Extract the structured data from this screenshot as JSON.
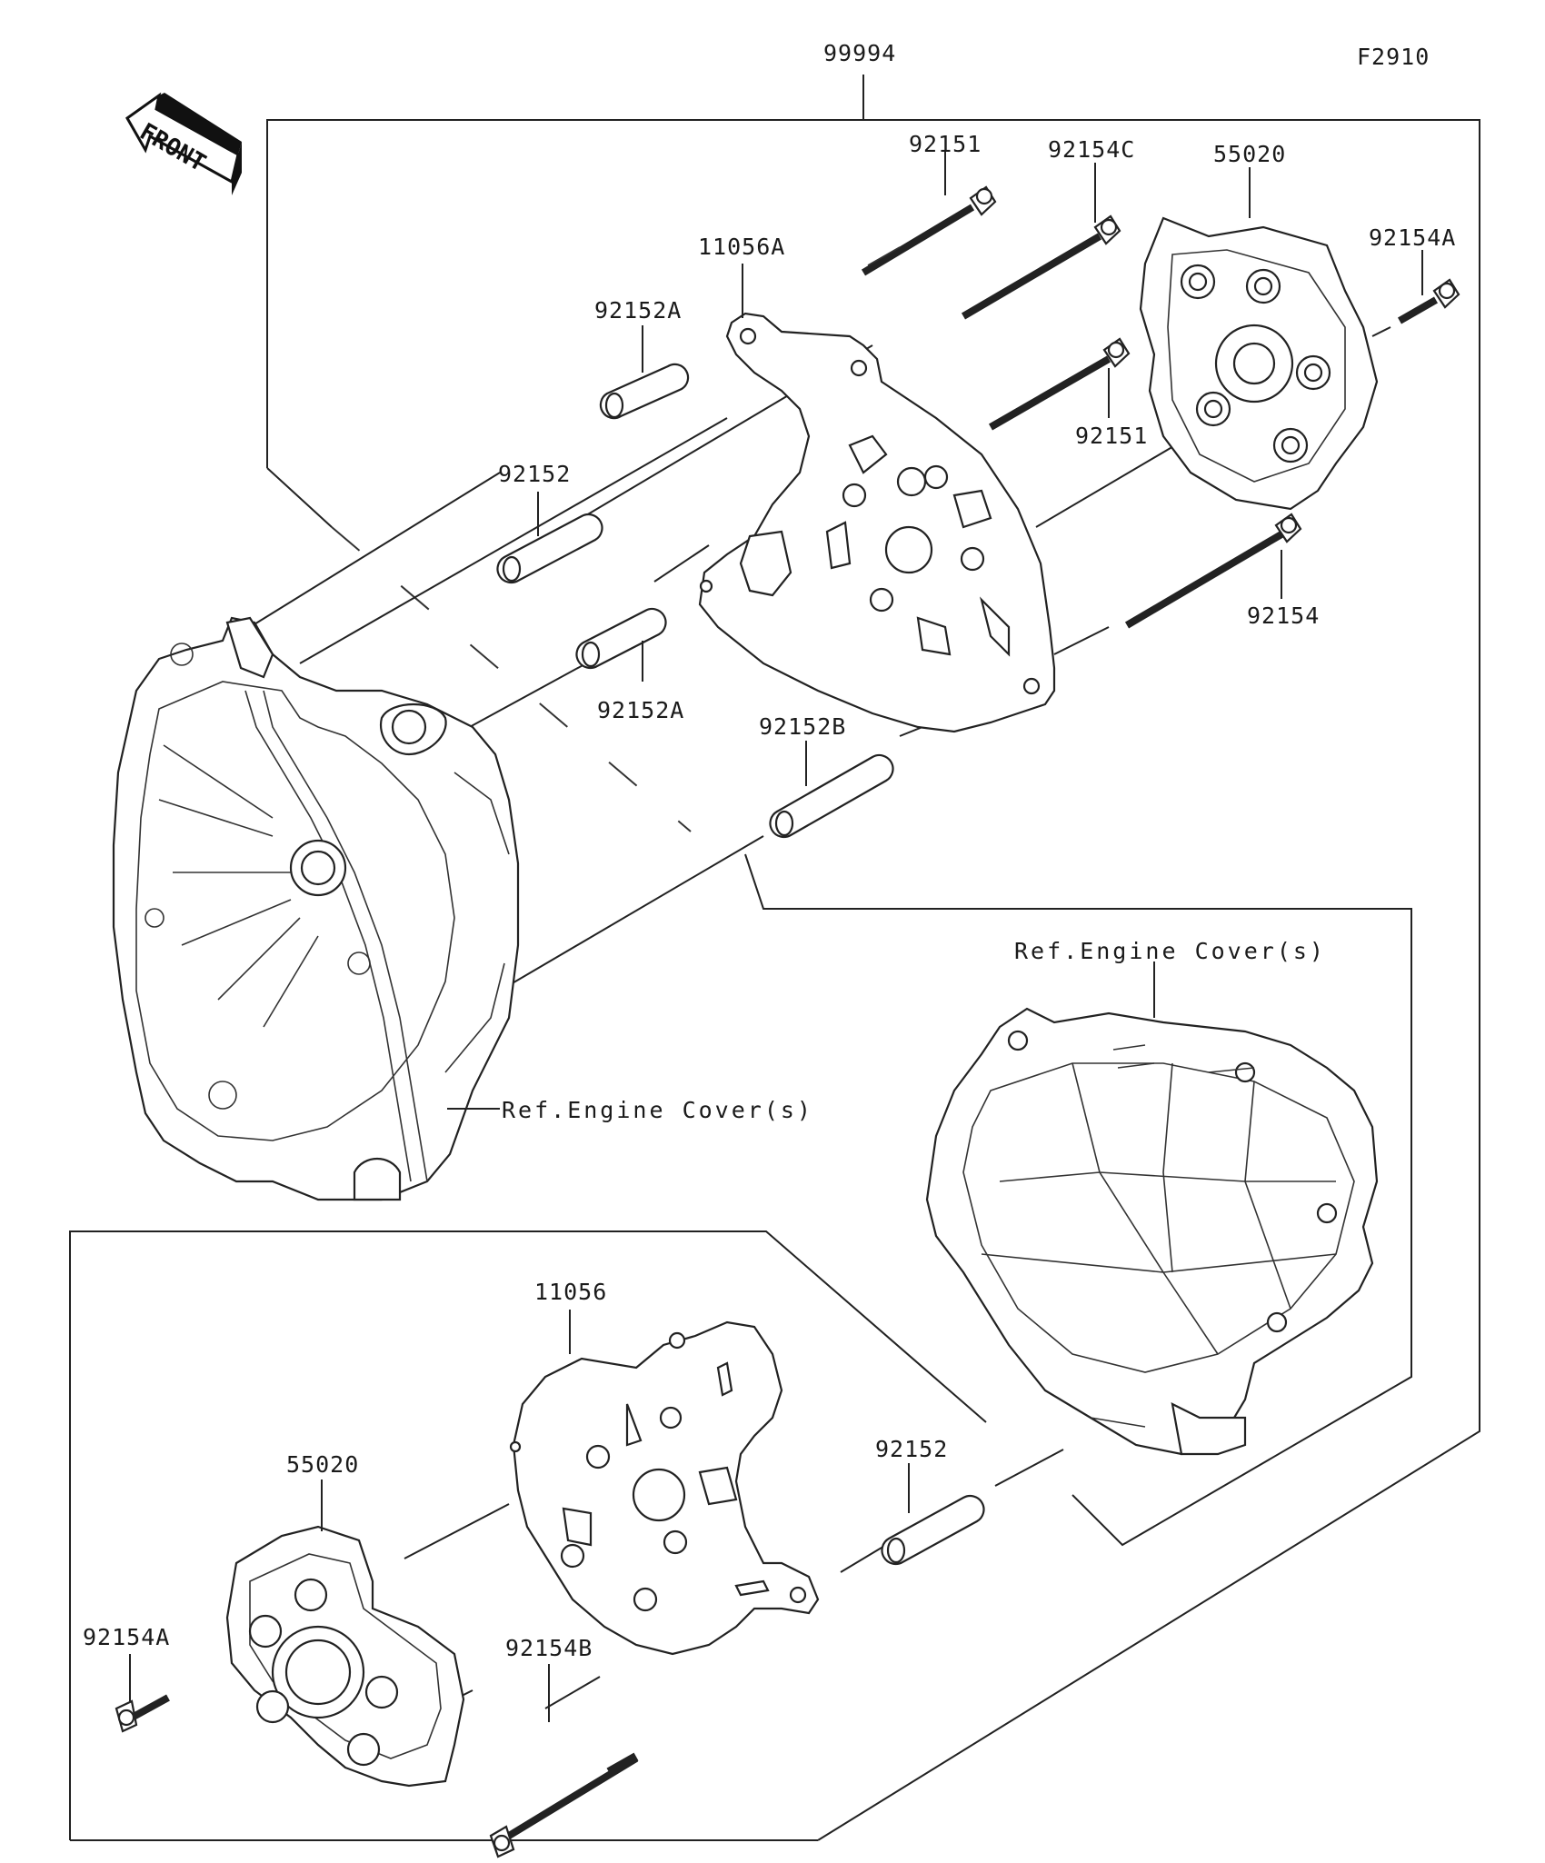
{
  "figure_code": "F2910",
  "front_label": "FRONT",
  "parts": [
    {
      "id": "assembly",
      "number": "99994"
    },
    {
      "id": "bolt_top_left",
      "number": "92151"
    },
    {
      "id": "bolt_top_c",
      "number": "92154C"
    },
    {
      "id": "slider_top",
      "number": "55020"
    },
    {
      "id": "bolt_top_a",
      "number": "92154A"
    },
    {
      "id": "bracket_top",
      "number": "11056A"
    },
    {
      "id": "collar_a_upper",
      "number": "92152A"
    },
    {
      "id": "collar_upper",
      "number": "92152"
    },
    {
      "id": "bolt_mid",
      "number": "92151"
    },
    {
      "id": "bolt_right",
      "number": "92154"
    },
    {
      "id": "collar_a_lower",
      "number": "92152A"
    },
    {
      "id": "collar_b",
      "number": "92152B"
    },
    {
      "id": "bracket_bottom",
      "number": "11056"
    },
    {
      "id": "collar_bottom",
      "number": "92152"
    },
    {
      "id": "slider_bottom",
      "number": "55020"
    },
    {
      "id": "bolt_bottom_a",
      "number": "92154A"
    },
    {
      "id": "bolt_bottom_b",
      "number": "92154B"
    }
  ],
  "references": {
    "engine_cover_right": "Ref.Engine Cover(s)",
    "engine_cover_left": "Ref.Engine Cover(s)"
  }
}
